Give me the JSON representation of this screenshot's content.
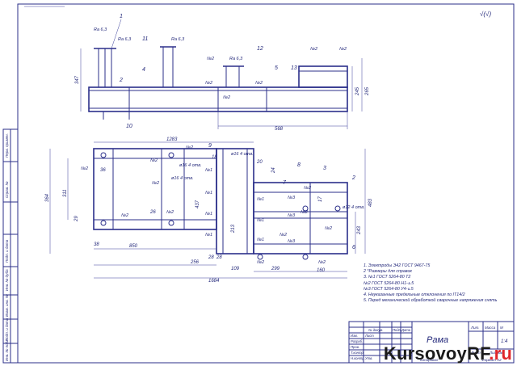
{
  "roughness_mark": "√(√)",
  "top_view": {
    "roughness": [
      "Ra 6,3",
      "Ra 6,3",
      "Ra 6,3",
      "Ra 6,3"
    ],
    "labels": [
      "1",
      "11",
      "12",
      "4",
      "2",
      "5",
      "13",
      "10"
    ],
    "welds": [
      "№2",
      "№2",
      "№2",
      "№2",
      "№2",
      "№2"
    ],
    "dims": {
      "height_left": "347",
      "height_right1": "245",
      "height_right2": "265",
      "width_bottom": "568"
    }
  },
  "plan_view": {
    "dims": [
      "1283",
      "364",
      "311",
      "29",
      "38",
      "850",
      "256",
      "1684",
      "299",
      "243",
      "483",
      "437",
      "213",
      "109",
      "28",
      "160",
      "26",
      "20",
      "24",
      "17",
      "28",
      "36",
      "18"
    ],
    "welds": [
      "№2",
      "№2",
      "№2",
      "№2",
      "№2",
      "№2",
      "№1",
      "№1",
      "№1",
      "№1",
      "№1",
      "№1",
      "№1",
      "№2",
      "№2",
      "№2",
      "№2",
      "№2",
      "№2",
      "№3",
      "№3",
      "№3"
    ],
    "labels": [
      "9",
      "8",
      "3",
      "7",
      "2",
      "6"
    ],
    "holes": [
      "ø16 4 отв.",
      "ø16 4 отв.",
      "ø16 4 отв.",
      "ø12 4 отв."
    ]
  },
  "notes": [
    "1. Электроды Э42 ГОСТ 9467-75",
    "2 *Размеры для справок",
    "3. №1 ГОСТ 5264-80 Т2",
    "    №2 ГОСТ 5264-80 Н1-⊾5",
    "    №3 ГОСТ 5264-80 У4-⊾5",
    "4. Неуказанные предельные отклонения по IT14/2",
    "5. Перед механической обработкой сварочные напряжения снять"
  ],
  "title_block": {
    "name": "Рама",
    "scale": "1:4",
    "sheets_label": "Листов",
    "sheet_label": "Лист",
    "mass_label": "Масса",
    "lit_label": "Лит.",
    "rows": [
      "Изм.",
      "Лист",
      "№ докум.",
      "Подп.",
      "Дата",
      "Разраб.",
      "Пров.",
      "Т.контр.",
      "Н.контр.",
      "Утв."
    ],
    "copied": "Копировал",
    "format": "Формат А2"
  },
  "side_stamps": [
    "Перв. примен.",
    "Справ. №",
    "Подп. и дата",
    "Инв. № дубл.",
    "Взам. инв. №",
    "Подп. и дата",
    "Инв. № подл."
  ],
  "watermark": {
    "main": "KursovoyRF",
    "tld": ".ru"
  }
}
